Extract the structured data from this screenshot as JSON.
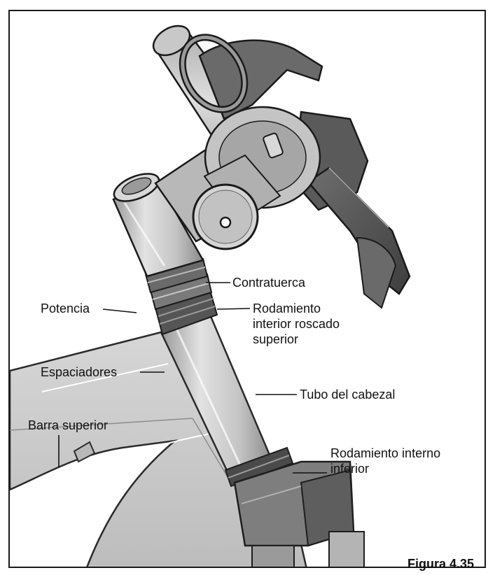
{
  "labels": {
    "contratuerca": "Contratuerca",
    "potencia": "Potencia",
    "rodamiento_superior": "Rodamiento\ninterior roscado\nsuperior",
    "espaciadores": "Espaciadores",
    "tubo_cabezal": "Tubo del cabezal",
    "barra_superior": "Barra superior",
    "rodamiento_inferior": "Rodamiento interno\ninferior"
  },
  "caption": "Figura 4.35"
}
